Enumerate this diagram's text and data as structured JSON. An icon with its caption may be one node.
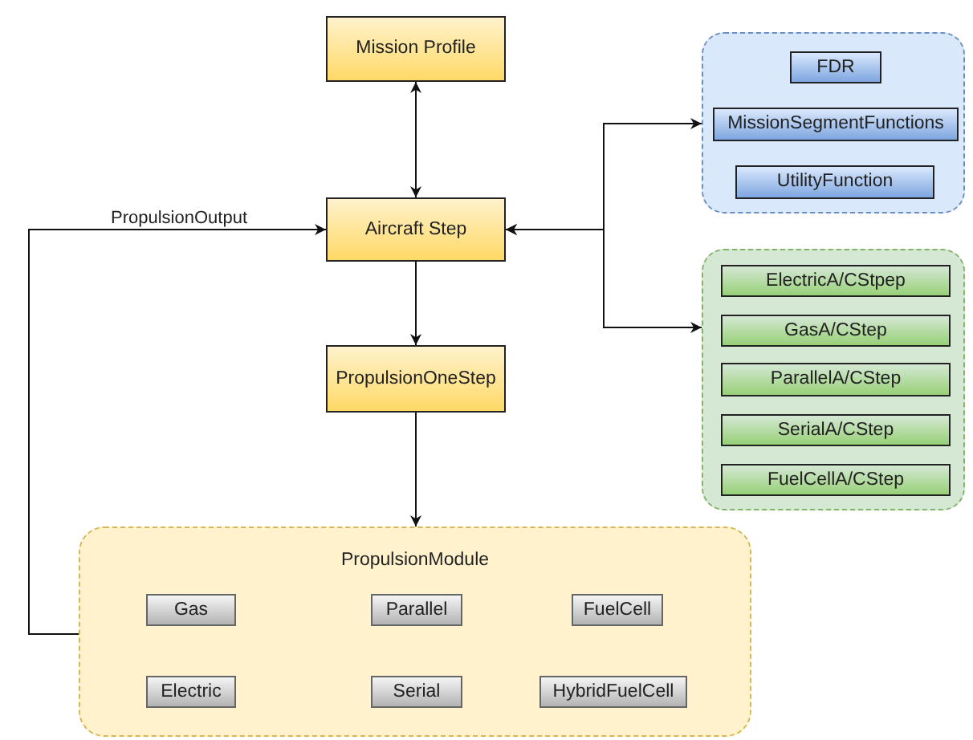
{
  "diagram": {
    "nodes": [
      {
        "text": [
          "Mission Profile"
        ]
      },
      {
        "text": [
          "Aircraft Step"
        ]
      },
      {
        "text": [
          "PropulsionOneStep"
        ]
      },
      {
        "text": [],
        "shape": "box"
      },
      {
        "text": [
          "FDR"
        ],
        "in": 3
      },
      {
        "text": [
          "MissionSegmentFunctions"
        ],
        "in": 3
      },
      {
        "text": [
          "UtilityFunction"
        ],
        "in": 3
      },
      {
        "text": [],
        "shape": "box"
      },
      {
        "text": [
          "ElectricA/CStpep"
        ],
        "in": 7
      },
      {
        "text": [
          "GasA/CStep"
        ],
        "in": 7
      },
      {
        "text": [
          "ParallelA/CStep"
        ],
        "in": 7
      },
      {
        "text": [
          "SerialA/CStep"
        ],
        "in": 7
      },
      {
        "text": [
          "FuelCellA/CStep"
        ],
        "in": 7
      },
      {
        "text": [
          "PropulsionModule"
        ]
      },
      {
        "text": [
          "Gas"
        ],
        "in": 13
      },
      {
        "text": [
          "Parallel"
        ],
        "in": 13
      },
      {
        "text": [
          "FuelCell"
        ],
        "in": 13
      },
      {
        "text": [
          "Electric"
        ],
        "in": 13
      },
      {
        "text": [
          "Serial"
        ],
        "in": 13
      },
      {
        "text": [
          "HybridFuelCell"
        ],
        "in": 13
      }
    ],
    "edges": [
      {
        "from": 0,
        "to": 1,
        "arrow": "both"
      },
      {
        "from": 1,
        "to": 2,
        "arrow": "to"
      },
      {
        "from": 2,
        "to": 13,
        "arrow": "to"
      },
      {
        "from": 13,
        "to": 1,
        "arrow": "to",
        "label": "PropulsionOutput"
      },
      {
        "from": 1,
        "to": 3,
        "arrow": "both"
      },
      {
        "from": 1,
        "to": 7,
        "arrow": "both"
      }
    ]
  }
}
